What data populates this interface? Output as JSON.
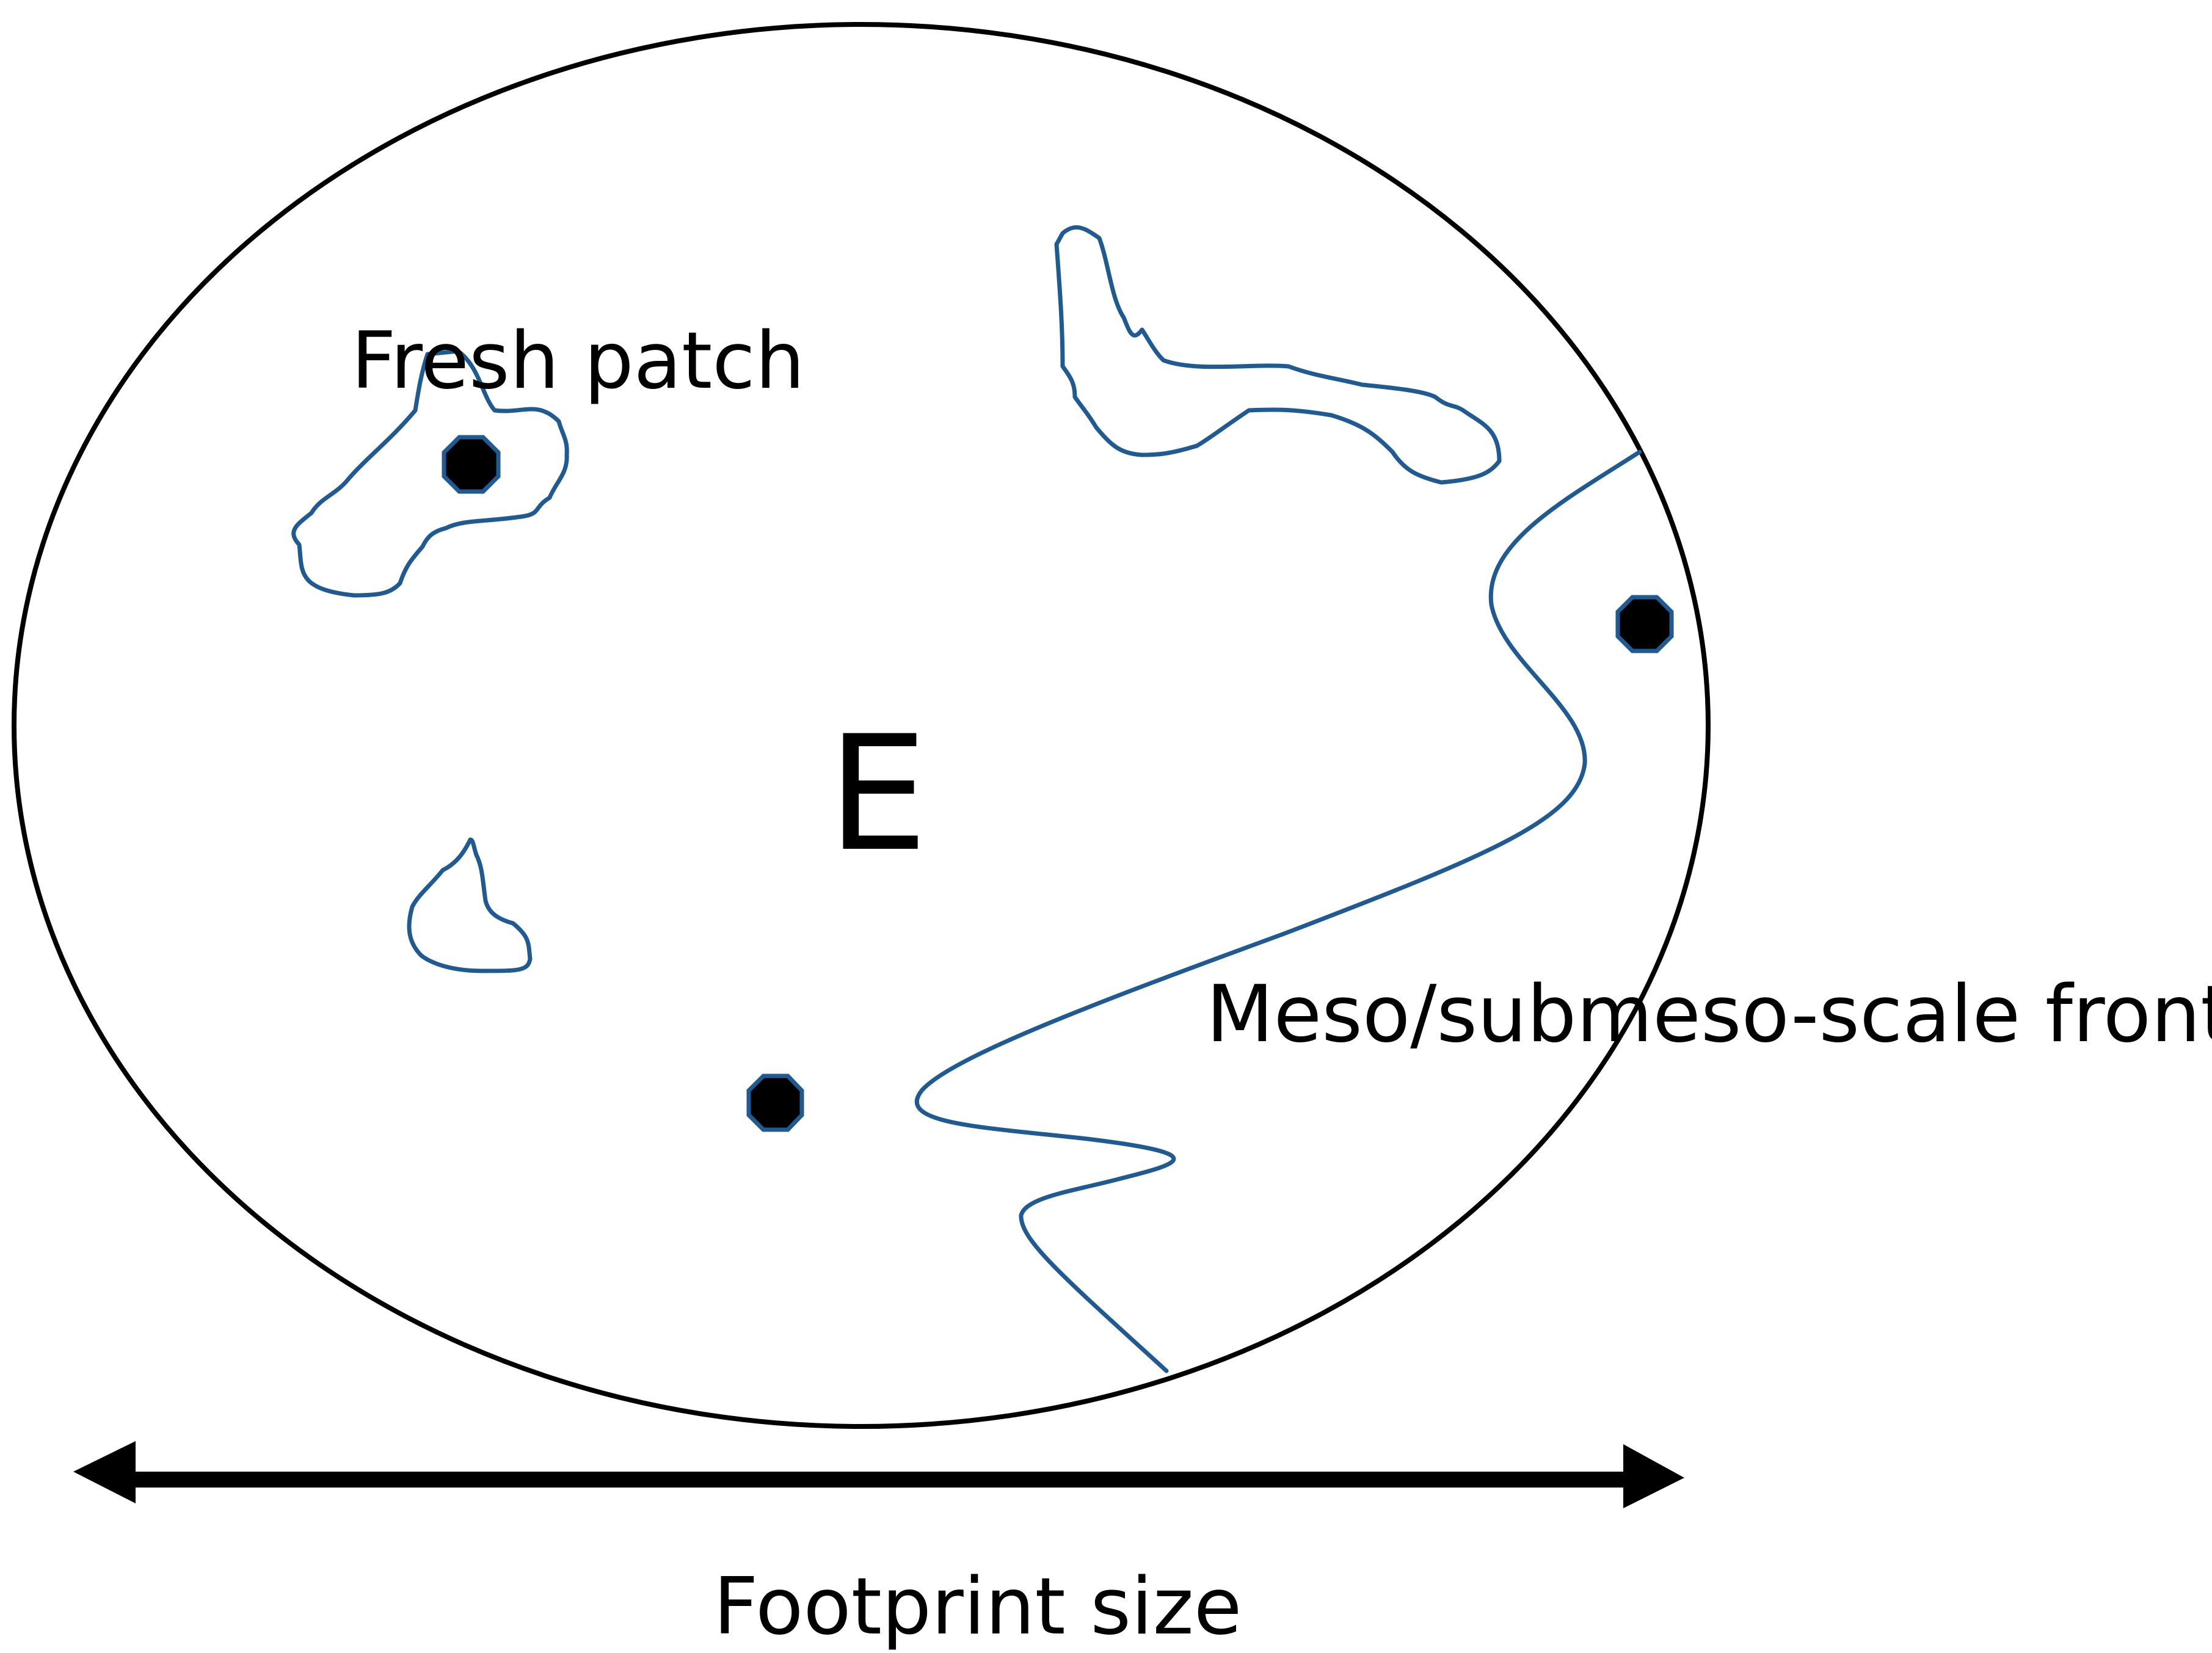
{
  "labels": {
    "fresh_patch": "Fresh patch",
    "footprint_letter": "E",
    "front": "Meso/submeso-scale front",
    "footprint_size": "Footprint size"
  },
  "colors": {
    "outline": "#000000",
    "patch_stroke": "#1f5a93",
    "dot_fill": "#000000",
    "background": "#ffffff"
  },
  "icons": {
    "sampling_point": "octagon-marker",
    "extent_arrow": "double-headed-arrow"
  }
}
